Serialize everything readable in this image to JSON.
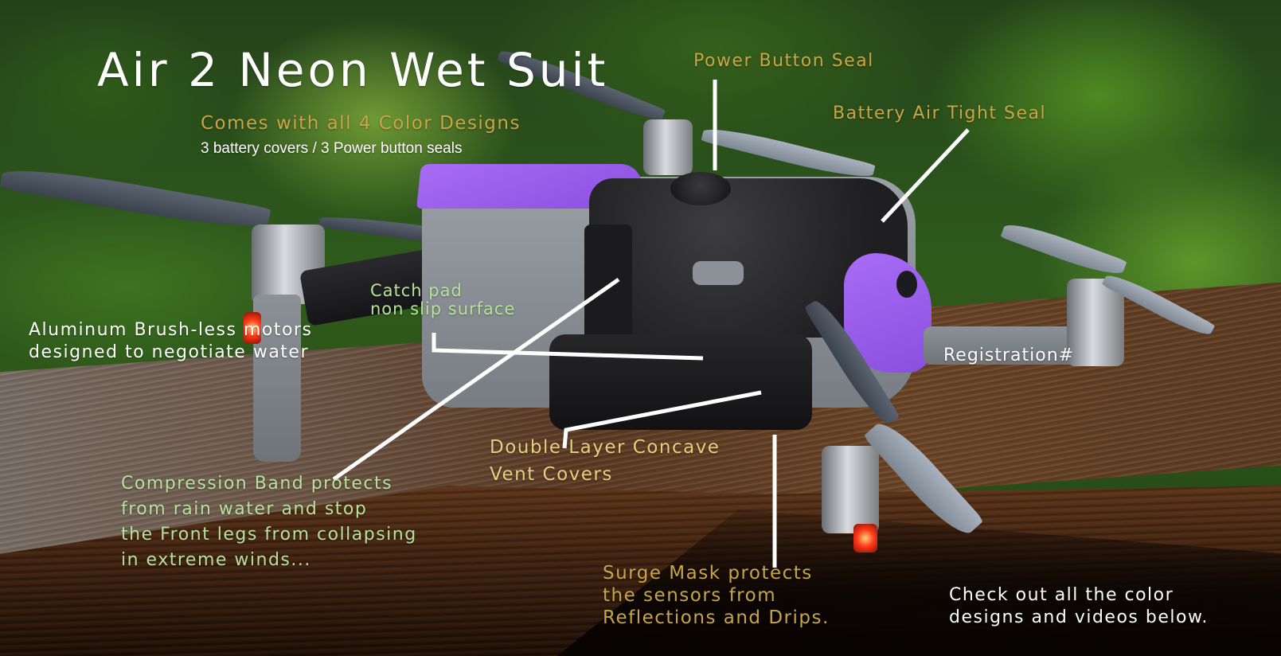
{
  "header": {
    "title": "Air 2 Neon Wet Suit",
    "subtitle": "Comes with all 4 Color Designs",
    "subnote": "3 battery covers / 3 Power button seals"
  },
  "callouts": {
    "power_button_seal": "Power Button Seal",
    "battery_seal": "Battery Air Tight Seal",
    "motors": "Aluminum Brush-less motors\ndesigned to negotiate water",
    "catch_pad": "Catch pad\nnon slip surface",
    "compression_band": "Compression Band protects\nfrom rain water and stop\nthe Front legs from collapsing\nin extreme winds...",
    "vent_covers": "Double Layer Concave\nVent Covers",
    "surge_mask": "Surge Mask protects\nthe sensors from\nReflections and Drips.",
    "registration": "Registration#"
  },
  "footer": {
    "cta": "Check out all the color\ndesigns and videos below."
  },
  "colors": {
    "title": "#ffffff",
    "gold": "#c9a545",
    "gold_light": "#e6cf7e",
    "green": "#b6e39a",
    "callout_line": "#ffffff",
    "purple_accent": "#9a5cec"
  }
}
